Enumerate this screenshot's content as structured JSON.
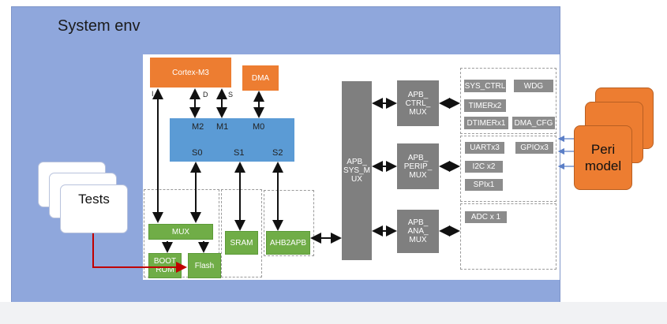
{
  "env_title": "System env",
  "core": {
    "cpu": "Cortex-M3",
    "dma": "DMA"
  },
  "cpu_ports": {
    "i": "I",
    "d": "D",
    "s": "S"
  },
  "matrix": {
    "m2": "M2",
    "m1": "M1",
    "m0": "M0",
    "s0": "S0",
    "s1": "S1",
    "s2": "S2"
  },
  "mem": {
    "mux": "MUX",
    "boot": "BOOT ROM",
    "flash": "Flash",
    "sram": "SRAM",
    "ahb2apb": "AHB2APB"
  },
  "apb": {
    "sys_mux": "APB_ SYS_M UX",
    "ctrl_mux": "APB_ CTRL_ MUX",
    "perip_mux": "APB_ PERIP_ MUX",
    "ana_mux": "APB_ ANA_ MUX"
  },
  "peripherals": {
    "ctrl": [
      "SYS_CTRL",
      "WDG",
      "TIMERx2",
      "DTIMERx1",
      "DMA_CFG"
    ],
    "perip": [
      "UARTx3",
      "GPIOx3",
      "I2C x2",
      "SPIx1"
    ],
    "ana": [
      "ADC x 1"
    ]
  },
  "tests_label": "Tests",
  "peri_model": "Peri model",
  "colors": {
    "env_bg": "#8fa7dc",
    "core": "#ed7d31",
    "bus_matrix": "#5b9bd5",
    "apb_mux": "#7f7f7f",
    "memory": "#70ad47",
    "test_path": "#c00000"
  }
}
